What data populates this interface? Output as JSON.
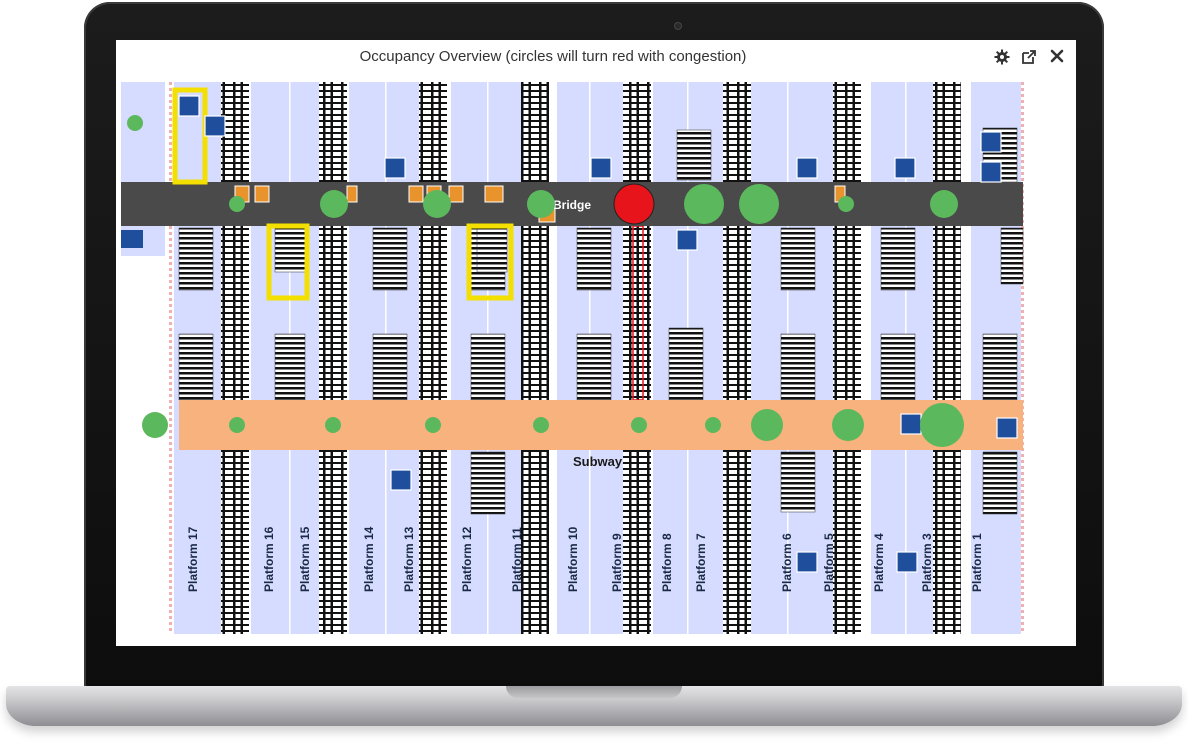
{
  "window": {
    "title": "Occupancy Overview (circles will turn red with congestion)"
  },
  "toolbar": {
    "settings_icon": "gear-icon",
    "popout_icon": "external-link-icon",
    "close_icon": "close-icon"
  },
  "map": {
    "bridge_label": "Bridge",
    "subway_label": "Subway",
    "platforms": [
      "Platform 17",
      "Platform 16",
      "Platform 15",
      "Platform 14",
      "Platform 13",
      "Platform 12",
      "Platform 11",
      "Platform 10",
      "Platform 9",
      "Platform 8",
      "Platform 7",
      "Platform 6",
      "Platform 5",
      "Platform 4",
      "Platform 3",
      "Platform 1"
    ],
    "status_colors": {
      "normal": "#5cb85c",
      "congested": "#e8141b"
    },
    "corridor_colors": {
      "bridge": "#4a4a4a",
      "subway": "#f8b27e"
    },
    "platform_color": "#d6dcff",
    "bridge_points": [
      {
        "occupancy": "normal",
        "size": "small"
      },
      {
        "occupancy": "normal",
        "size": "medium"
      },
      {
        "occupancy": "normal",
        "size": "medium"
      },
      {
        "occupancy": "normal",
        "size": "medium"
      },
      {
        "occupancy": "congested",
        "size": "large"
      },
      {
        "occupancy": "normal",
        "size": "large"
      },
      {
        "occupancy": "normal",
        "size": "large"
      },
      {
        "occupancy": "normal",
        "size": "small"
      },
      {
        "occupancy": "normal",
        "size": "medium"
      }
    ],
    "subway_points": [
      {
        "occupancy": "normal",
        "size": "medium"
      },
      {
        "occupancy": "normal",
        "size": "small"
      },
      {
        "occupancy": "normal",
        "size": "small"
      },
      {
        "occupancy": "normal",
        "size": "small"
      },
      {
        "occupancy": "normal",
        "size": "small"
      },
      {
        "occupancy": "normal",
        "size": "small"
      },
      {
        "occupancy": "normal",
        "size": "small"
      },
      {
        "occupancy": "normal",
        "size": "medium"
      },
      {
        "occupancy": "normal",
        "size": "medium"
      },
      {
        "occupancy": "normal",
        "size": "large"
      }
    ]
  }
}
